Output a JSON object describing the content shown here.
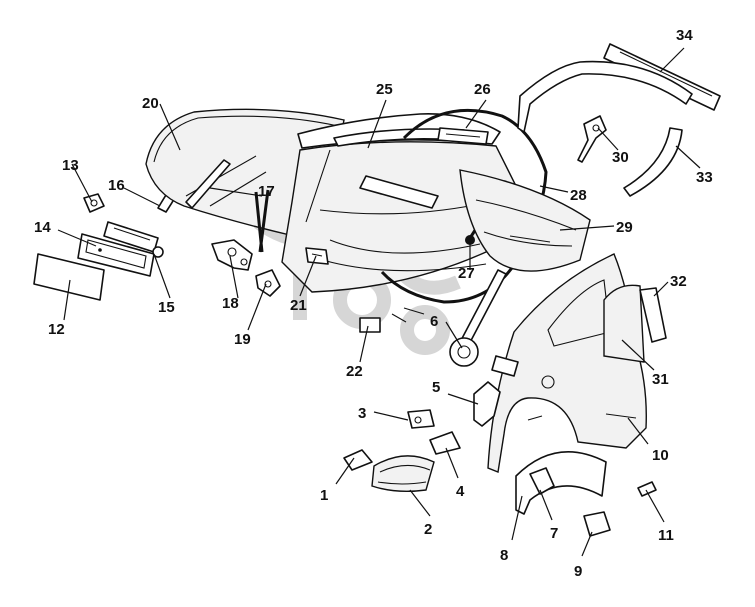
{
  "diagram": {
    "callouts": [
      {
        "id": "p1",
        "label": "1"
      },
      {
        "id": "p2",
        "label": "2"
      },
      {
        "id": "p3",
        "label": "3"
      },
      {
        "id": "p4",
        "label": "4"
      },
      {
        "id": "p5",
        "label": "5"
      },
      {
        "id": "p6",
        "label": "6"
      },
      {
        "id": "p7",
        "label": "7"
      },
      {
        "id": "p8",
        "label": "8"
      },
      {
        "id": "p9",
        "label": "9"
      },
      {
        "id": "p10",
        "label": "10"
      },
      {
        "id": "p11",
        "label": "11"
      },
      {
        "id": "p12",
        "label": "12"
      },
      {
        "id": "p13",
        "label": "13"
      },
      {
        "id": "p14",
        "label": "14"
      },
      {
        "id": "p15",
        "label": "15"
      },
      {
        "id": "p16",
        "label": "16"
      },
      {
        "id": "p17",
        "label": "17"
      },
      {
        "id": "p18",
        "label": "18"
      },
      {
        "id": "p19",
        "label": "19"
      },
      {
        "id": "p20",
        "label": "20"
      },
      {
        "id": "p21",
        "label": "21"
      },
      {
        "id": "p22",
        "label": "22"
      },
      {
        "id": "p25",
        "label": "25"
      },
      {
        "id": "p26",
        "label": "26"
      },
      {
        "id": "p27",
        "label": "27"
      },
      {
        "id": "p28",
        "label": "28"
      },
      {
        "id": "p29",
        "label": "29"
      },
      {
        "id": "p30",
        "label": "30"
      },
      {
        "id": "p31",
        "label": "31"
      },
      {
        "id": "p32",
        "label": "32"
      },
      {
        "id": "p33",
        "label": "33"
      },
      {
        "id": "p34",
        "label": "34"
      }
    ]
  }
}
